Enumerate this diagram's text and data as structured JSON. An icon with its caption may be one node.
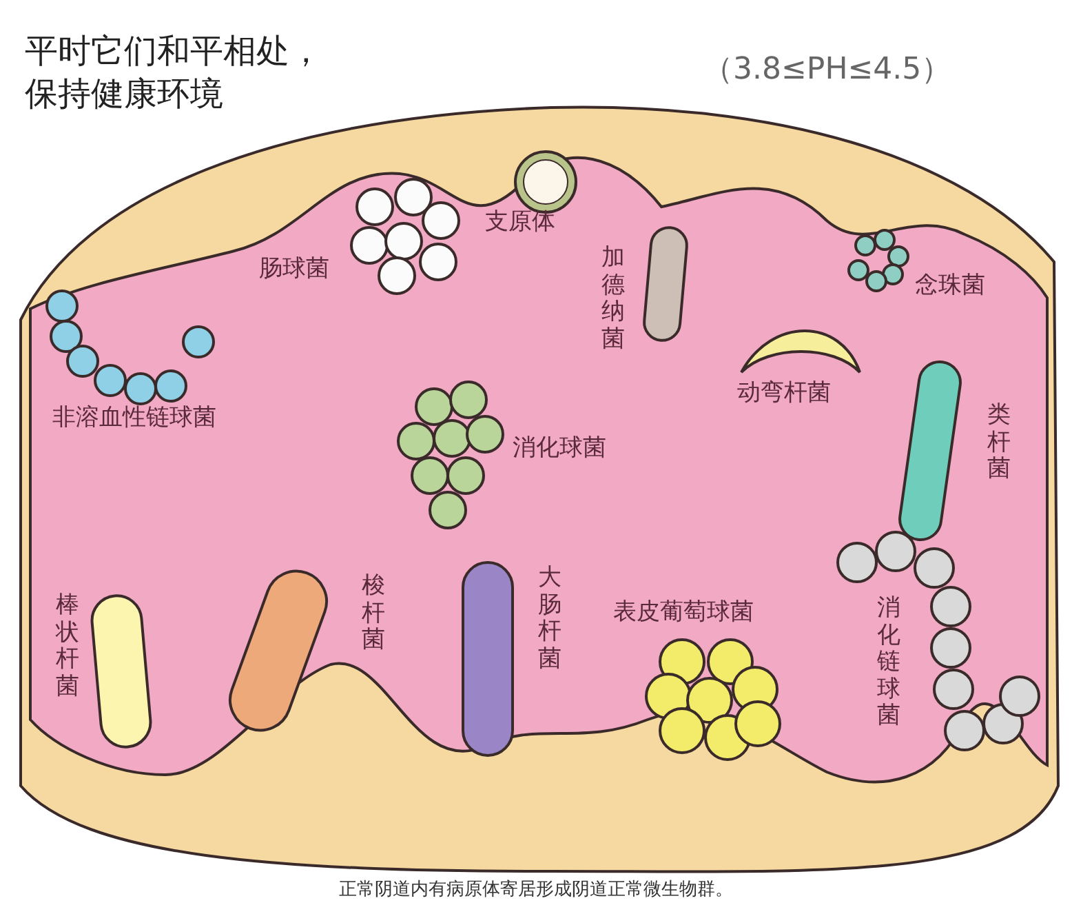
{
  "diagram": {
    "title": "平时它们和平相处，保持健康环境",
    "caption": "正常阴道内有病原体寄居形成阴道正常微生物群。",
    "labels": [
      "（3.8≤PH≤4.5）",
      "支原体",
      "肠球菌",
      "加德纳菌",
      "念珠菌",
      "非溶血性链球菌",
      "动弯杆菌",
      "消化球菌",
      "类杆菌",
      "棒状杆菌",
      "梭杆菌",
      "大肠杆菌",
      "表皮葡萄球菌",
      "消化链球菌"
    ]
  }
}
